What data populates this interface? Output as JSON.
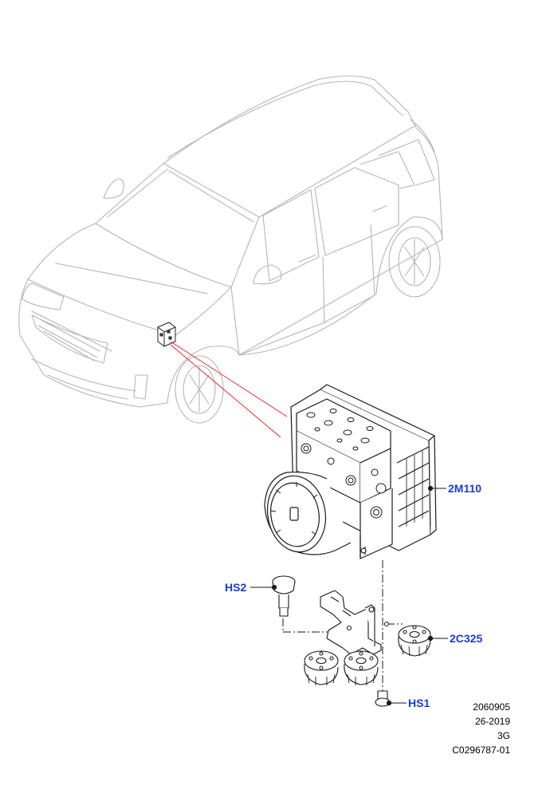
{
  "colors": {
    "callout": "#1a3bd6",
    "car_line": "#b8b8b8",
    "part_line": "#1a1a1a",
    "leader_red": "#e02020"
  },
  "callouts": {
    "abs_module": "2M110",
    "screw_hs2": "HS2",
    "connector": "2C325",
    "screw_hs1": "HS1"
  },
  "reference": {
    "line1": "2060905",
    "line2": "26-2019",
    "line3": "3G",
    "line4": "C0296787-01"
  }
}
